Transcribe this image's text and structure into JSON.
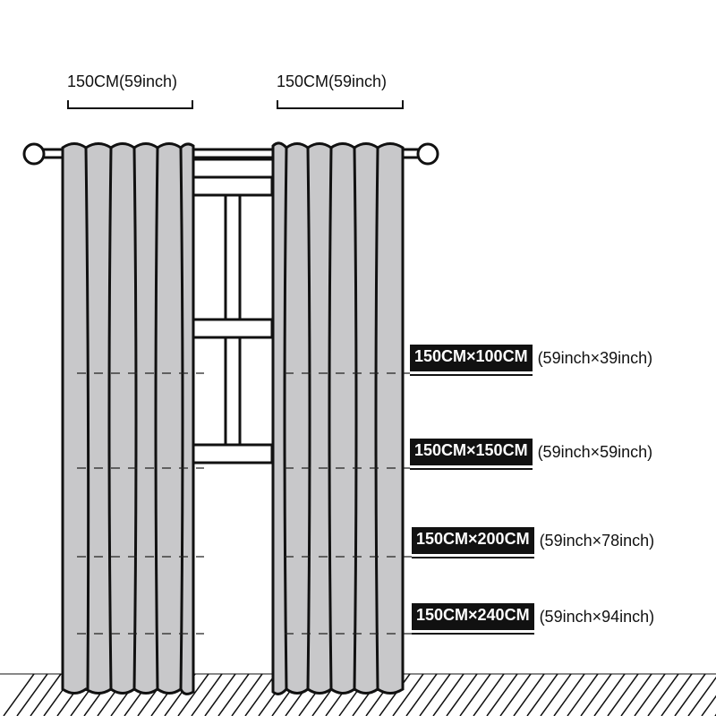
{
  "widths": [
    {
      "label": "150CM(59inch)"
    },
    {
      "label": "150CM(59inch)"
    }
  ],
  "sizes": [
    {
      "cm": "150CM×100CM",
      "inch": "(59inch×39inch)"
    },
    {
      "cm": "150CM×150CM",
      "inch": "(59inch×59inch)"
    },
    {
      "cm": "150CM×200CM",
      "inch": "(59inch×78inch)"
    },
    {
      "cm": "150CM×240CM",
      "inch": "(59inch×94inch)"
    }
  ],
  "colors": {
    "curtain": "#c8c8ca",
    "outline": "#111111",
    "window_frame": "#ffffff"
  }
}
